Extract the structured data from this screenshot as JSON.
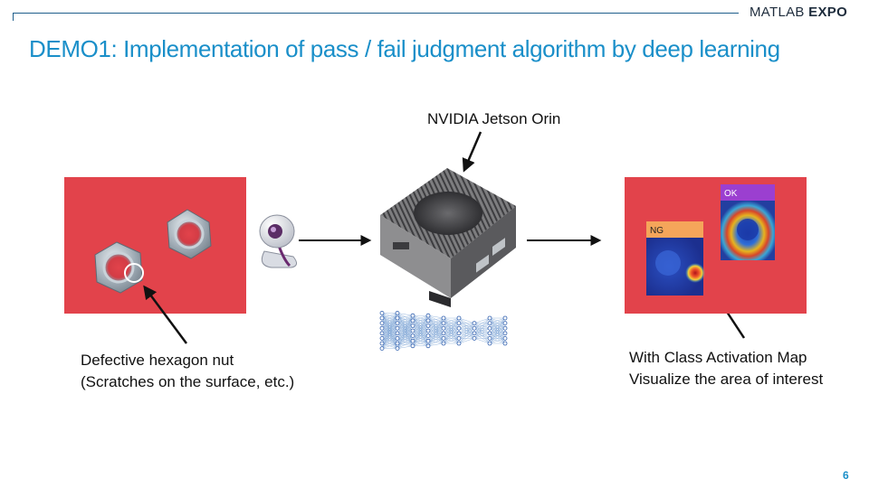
{
  "header": {
    "logo_regular": "MATLAB",
    "logo_bold": "EXPO"
  },
  "slide": {
    "title": "DEMO1: Implementation of pass / fail judgment algorithm by deep learning",
    "page_number": "6"
  },
  "diagram": {
    "device_label": "NVIDIA Jetson Orin",
    "nut_caption_line1": "Defective hexagon nut",
    "nut_caption_line2": "(Scratches on the surface, etc.)",
    "cam_caption_line1": "With Class Activation Map",
    "cam_caption_line2": "Visualize the area of interest",
    "heatmap_labels": {
      "ok": "OK",
      "ng": "NG"
    }
  },
  "colors": {
    "title": "#1a8fc9",
    "background_red": "#e2434b",
    "ok_label_bg": "#9b3fd0",
    "ng_label_bg": "#f5a55a"
  }
}
